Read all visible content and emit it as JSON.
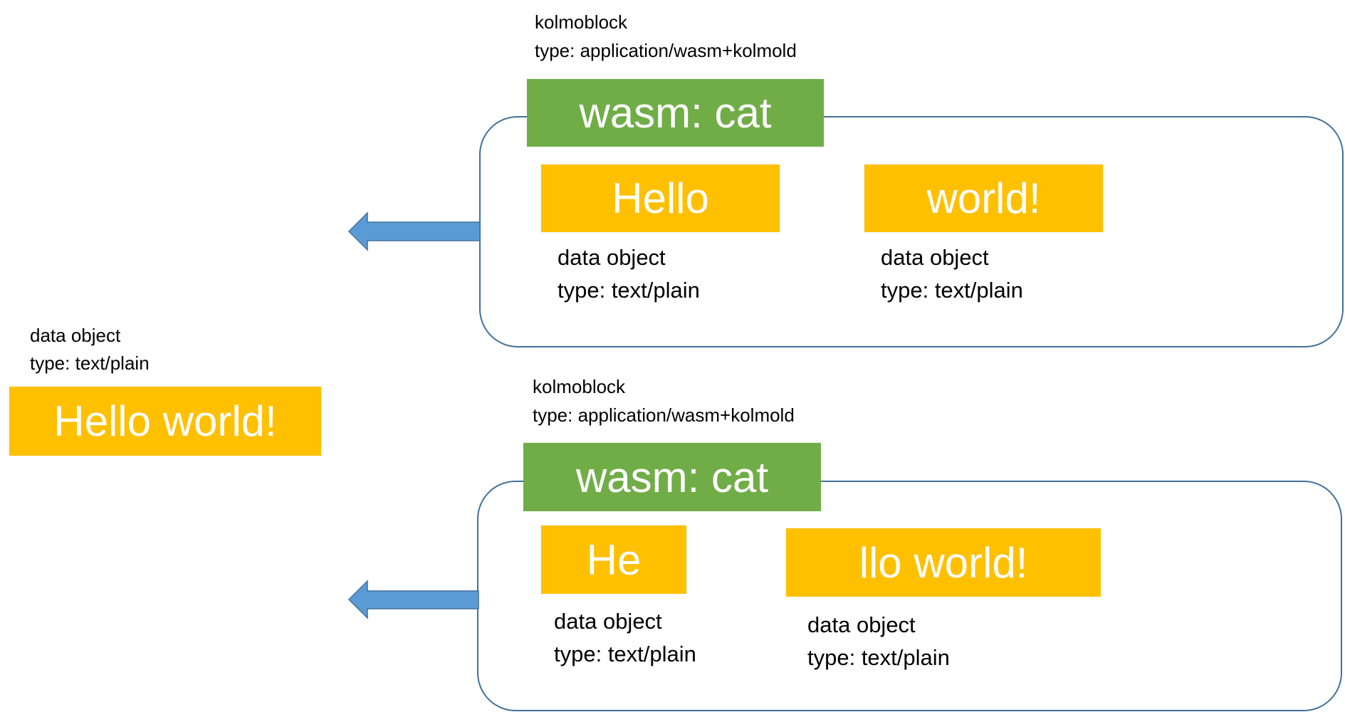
{
  "colors": {
    "kolmoblock_fill": "#70AD47",
    "data_object_fill": "#FFC000",
    "container_border": "#41719C",
    "arrow_fill": "#5B9BD5",
    "arrow_border": "#41719C",
    "block_text": "#FFFFFF",
    "caption_text": "#000000"
  },
  "result": {
    "caption_line1": "data object",
    "caption_line2": "type: text/plain",
    "value": "Hello world!"
  },
  "kolmoblocks": [
    {
      "caption_line1": "kolmoblock",
      "caption_line2": "type: application/wasm+kolmold",
      "function_label": "wasm: cat",
      "arrow": "arrow-left-icon",
      "inputs": [
        {
          "value": "Hello",
          "caption_line1": "data object",
          "caption_line2": "type: text/plain"
        },
        {
          "value": "world!",
          "caption_line1": "data object",
          "caption_line2": "type: text/plain"
        }
      ]
    },
    {
      "caption_line1": "kolmoblock",
      "caption_line2": "type: application/wasm+kolmold",
      "function_label": "wasm: cat",
      "arrow": "arrow-left-icon",
      "inputs": [
        {
          "value": "He",
          "caption_line1": "data object",
          "caption_line2": "type: text/plain"
        },
        {
          "value": "llo world!",
          "caption_line1": "data object",
          "caption_line2": "type: text/plain"
        }
      ]
    }
  ]
}
